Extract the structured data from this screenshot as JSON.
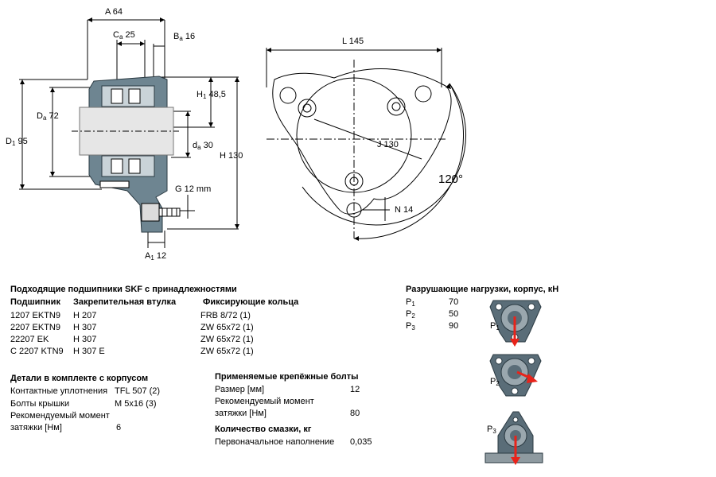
{
  "dims_side": {
    "a": "A 64",
    "ca_main": "C",
    "ca_sub": "a",
    "ca_val": "25",
    "ba_main": "B",
    "ba_sub": "a",
    "ba_val": "16",
    "h1_main": "H",
    "h1_sub": "1",
    "h1_val": "48,5",
    "da_main": "D",
    "da_sub": "a",
    "da_val": "72",
    "d1_main": "D",
    "d1_sub": "1",
    "d1_val": "95",
    "dsa_main": "d",
    "dsa_sub": "a",
    "dsa_val": "30",
    "h": "H 130",
    "g": "G 12 mm",
    "a1_main": "A",
    "a1_sub": "1",
    "a1_val": "12"
  },
  "dims_front": {
    "l": "L 145",
    "j": "J 130",
    "n": "N 14",
    "angle": "120°"
  },
  "bearings": {
    "title": "Подходящие подшипники SKF с принадлежностями",
    "headers": [
      "Подшипник",
      "Закрепительная втулка",
      "Фиксирующие кольца"
    ],
    "rows": [
      [
        "1207 EKTN9",
        "H 207",
        "FRB 8/72  (1)"
      ],
      [
        "2207 EKTN9",
        "H 307",
        "ZW 65x72  (1)"
      ],
      [
        "22207 EK",
        "H 307",
        "ZW 65x72  (1)"
      ],
      [
        "C 2207 KTN9",
        "H 307 E",
        "ZW 65x72  (1)"
      ]
    ]
  },
  "details": {
    "title": "Детали в комплекте с корпусом",
    "seals_label": "Контактные уплотнения",
    "seals_value": "TFL 507  (2)",
    "bolts_label": "Болты крышки",
    "bolts_value": "M 5x16  (3)",
    "torque_label_1": "Рекомендуемый момент",
    "torque_label_2": "затяжки [Нм]",
    "torque_value": "6"
  },
  "fastening": {
    "title": "Применяемые крепёжные болты",
    "size_label": "Размер [мм]",
    "size_value": "12",
    "torque_label_1": "Рекомендуемый момент",
    "torque_label_2": "затяжки [Нм]",
    "torque_value": "80"
  },
  "grease": {
    "title": "Количество смазки, кг",
    "initial_label": "Первоначальное наполнение",
    "initial_value": "0,035"
  },
  "loads": {
    "title": "Разрушающие нагрузки, корпус, кН",
    "items": [
      {
        "main": "P",
        "sub": "1",
        "value": "70"
      },
      {
        "main": "P",
        "sub": "2",
        "value": "50"
      },
      {
        "main": "P",
        "sub": "3",
        "value": "90"
      }
    ]
  },
  "load_icons": [
    {
      "main": "P",
      "sub": "1"
    },
    {
      "main": "P",
      "sub": "2"
    },
    {
      "main": "P",
      "sub": "3"
    }
  ],
  "colors": {
    "housing": "#5a6d78",
    "housing_light": "#9aa7ae",
    "arrow": "#e8231a",
    "shaft": "#e6e6e6",
    "base": "#8e9aa0"
  }
}
